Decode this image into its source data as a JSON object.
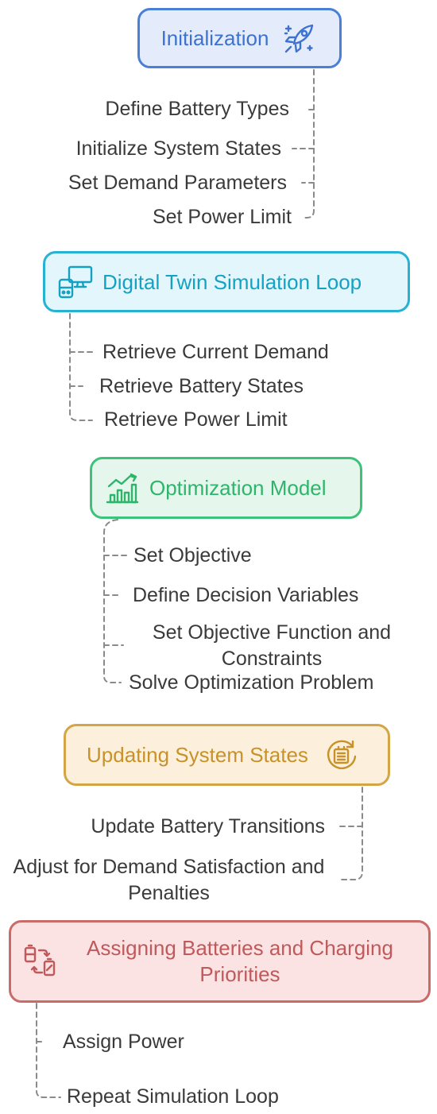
{
  "colors": {
    "blue": "#4a7fd6",
    "cyan": "#27b2d4",
    "green": "#3cc27a",
    "amber": "#d3a546",
    "red": "#c96b6b",
    "connector": "#8a8a8a"
  },
  "sections": [
    {
      "title": "Initialization",
      "icon": "rocket-icon",
      "items": [
        "Define Battery Types",
        "Initialize System States",
        "Set Demand Parameters",
        "Set Power Limit"
      ]
    },
    {
      "title": "Digital Twin Simulation Loop",
      "icon": "computer-monitor-icon",
      "items": [
        "Retrieve Current Demand",
        "Retrieve Battery States",
        "Retrieve Power Limit"
      ]
    },
    {
      "title": "Optimization Model",
      "icon": "growth-chart-icon",
      "items": [
        "Set Objective",
        "Define Decision Variables",
        "Set Objective Function and Constraints",
        "Solve Optimization Problem"
      ]
    },
    {
      "title": "Updating System States",
      "icon": "battery-refresh-icon",
      "items": [
        "Update Battery Transitions",
        "Adjust for Demand Satisfaction and Penalties"
      ]
    },
    {
      "title": "Assigning Batteries and Charging Priorities",
      "icon": "battery-swap-icon",
      "items": [
        "Assign Power",
        "Repeat Simulation Loop"
      ]
    }
  ]
}
